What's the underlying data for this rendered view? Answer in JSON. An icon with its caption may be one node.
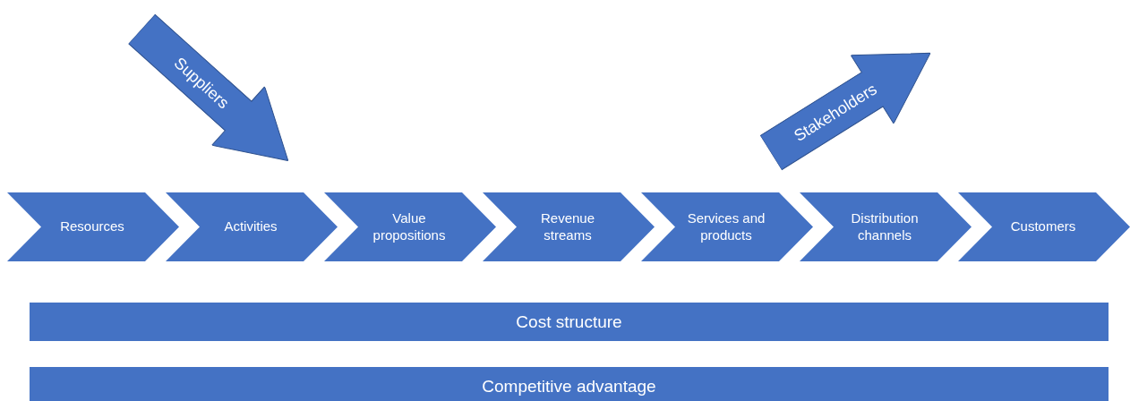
{
  "diagram": {
    "nodes": [
      {
        "text": [
          "Suppliers"
        ]
      },
      {
        "text": [
          "Stakeholders"
        ]
      },
      {
        "text": [
          "Resources"
        ]
      },
      {
        "text": [
          "Activities"
        ]
      },
      {
        "text": [
          "Value propositions"
        ]
      },
      {
        "text": [
          "Revenue streams"
        ]
      },
      {
        "text": [
          "Services and products"
        ]
      },
      {
        "text": [
          "Distribution channels"
        ]
      },
      {
        "text": [
          "Customers"
        ]
      },
      {
        "text": [
          "Cost structure"
        ]
      },
      {
        "text": [
          "Competitive advantage"
        ]
      }
    ]
  }
}
